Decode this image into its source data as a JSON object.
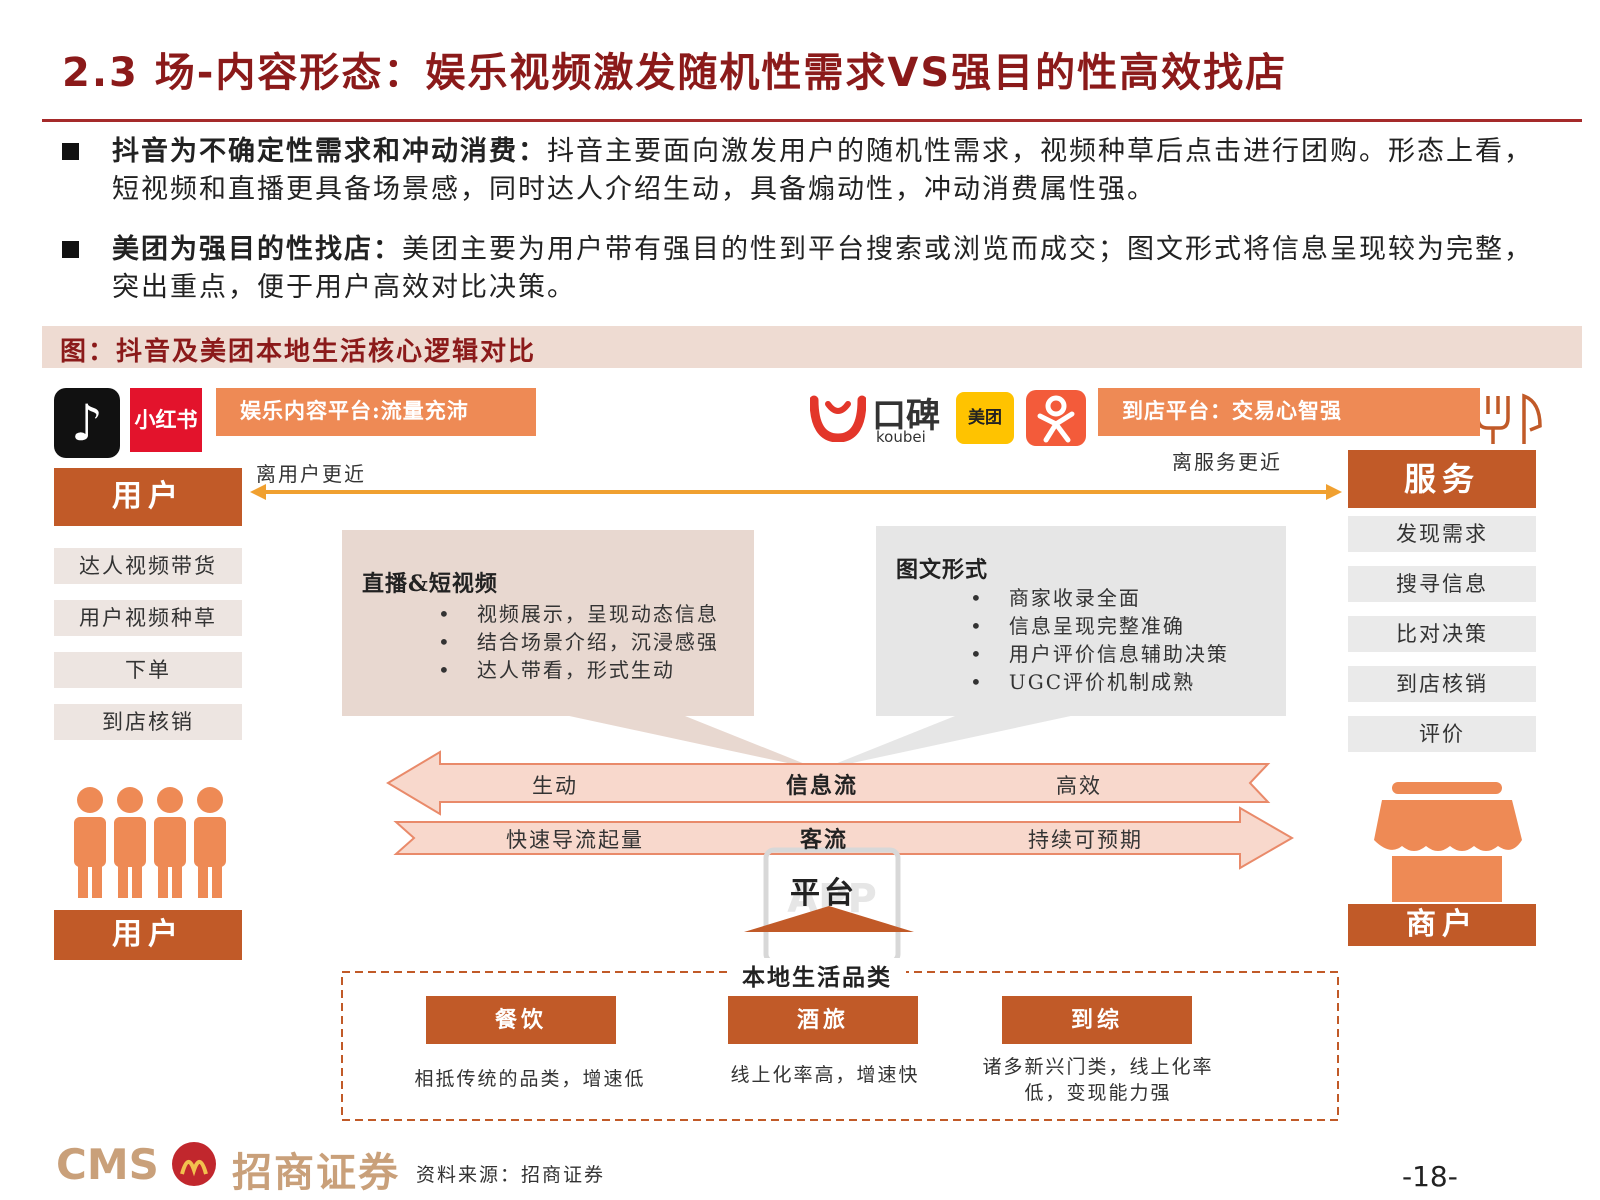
{
  "title": "2.3 场-内容形态：娱乐视频激发随机性需求VS强目的性高效找店",
  "bullets": [
    {
      "bold": "抖音为不确定性需求和冲动消费：",
      "text": "抖音主要面向激发用户的随机性需求，视频种草后点击进行团购。形态上看，短视频和直播更具备场景感，同时达人介绍生动，具备煽动性，冲动消费属性强。"
    },
    {
      "bold": "美团为强目的性找店：",
      "text": "美团主要为用户带有强目的性到平台搜索或浏览而成交；图文形式将信息呈现较为完整，突出重点，便于用户高效对比决策。"
    }
  ],
  "figure_caption": "图：抖音及美团本地生活核心逻辑对比",
  "logos": {
    "tiktok": "♪",
    "xiaohongshu": "小红书",
    "koubei": "口碑",
    "koubei_sub": "koubei",
    "meituan": "美团"
  },
  "left_platform": "娱乐内容平台:流量充沛",
  "right_platform": "到店平台：交易心智强",
  "near_user": "离用户更近",
  "near_service": "离服务更近",
  "user_header": "用户",
  "service_header": "服务",
  "user_steps": [
    "达人视频带货",
    "用户视频种草",
    "下单",
    "到店核销"
  ],
  "service_steps": [
    "发现需求",
    "搜寻信息",
    "比对决策",
    "到店核销",
    "评价"
  ],
  "live_box": {
    "title": "直播&短视频",
    "items": [
      "视频展示，呈现动态信息",
      "结合场景介绍，沉浸感强",
      "达人带看，形式生动"
    ]
  },
  "text_box": {
    "title": "图文形式",
    "items": [
      "商家收录全面",
      "信息呈现完整准确",
      "用户评价信息辅助决策",
      "UGC评价机制成熟"
    ]
  },
  "info_flow": {
    "left": "生动",
    "center": "信息流",
    "right": "高效"
  },
  "customer_flow": {
    "left": "快速导流起量",
    "center": "客流",
    "right": "持续可预期"
  },
  "platform_label": "平台",
  "user_bottom": "用户",
  "merchant": "商户",
  "local_life": {
    "title": "本地生活品类",
    "categories": [
      {
        "name": "餐饮",
        "desc": "相抵传统的品类，增速低"
      },
      {
        "name": "酒旅",
        "desc": "线上化率高，增速快"
      },
      {
        "name": "到综",
        "desc": "诸多新兴门类，线上化率低，变现能力强"
      }
    ]
  },
  "footer": {
    "brand_latin": "CMS",
    "brand_cn": "招商证券",
    "source": "资料来源：招商证券",
    "page": "-18-"
  },
  "colors": {
    "title_red": "#8B1A1A",
    "header_orange": "#C15A28",
    "platform_orange": "#EE8A55",
    "arrow_orange": "#F0A030"
  }
}
